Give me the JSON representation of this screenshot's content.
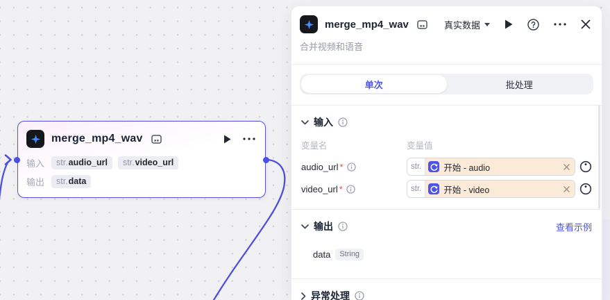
{
  "canvas": {
    "node": {
      "title": "merge_mp4_wav",
      "input_label": "输入",
      "output_label": "输出",
      "input_chips": [
        {
          "type": "str.",
          "name": "audio_url"
        },
        {
          "type": "str.",
          "name": "video_url"
        }
      ],
      "output_chips": [
        {
          "type": "str.",
          "name": "data"
        }
      ]
    }
  },
  "panel": {
    "title": "merge_mp4_wav",
    "subtitle": "合并视频和语音",
    "data_mode_label": "真实数据",
    "tabs": {
      "single": "单次",
      "batch": "批处理"
    },
    "input": {
      "title": "输入",
      "col_name": "变量名",
      "col_value": "变量值",
      "rows": [
        {
          "name": "audio_url",
          "required": "*",
          "type": "str.",
          "ref": "开始 - audio"
        },
        {
          "name": "video_url",
          "required": "*",
          "type": "str.",
          "ref": "开始 - video"
        }
      ]
    },
    "output": {
      "title": "输出",
      "example_link": "查看示例",
      "fields": [
        {
          "name": "data",
          "type": "String"
        }
      ]
    },
    "exception": {
      "title": "异常处理"
    }
  },
  "colors": {
    "accent": "#4d53e8",
    "edge": "#4c4fe1",
    "chip_peach": "#fcead9",
    "required_red": "#e5484d",
    "node_border": "#564ee6"
  }
}
